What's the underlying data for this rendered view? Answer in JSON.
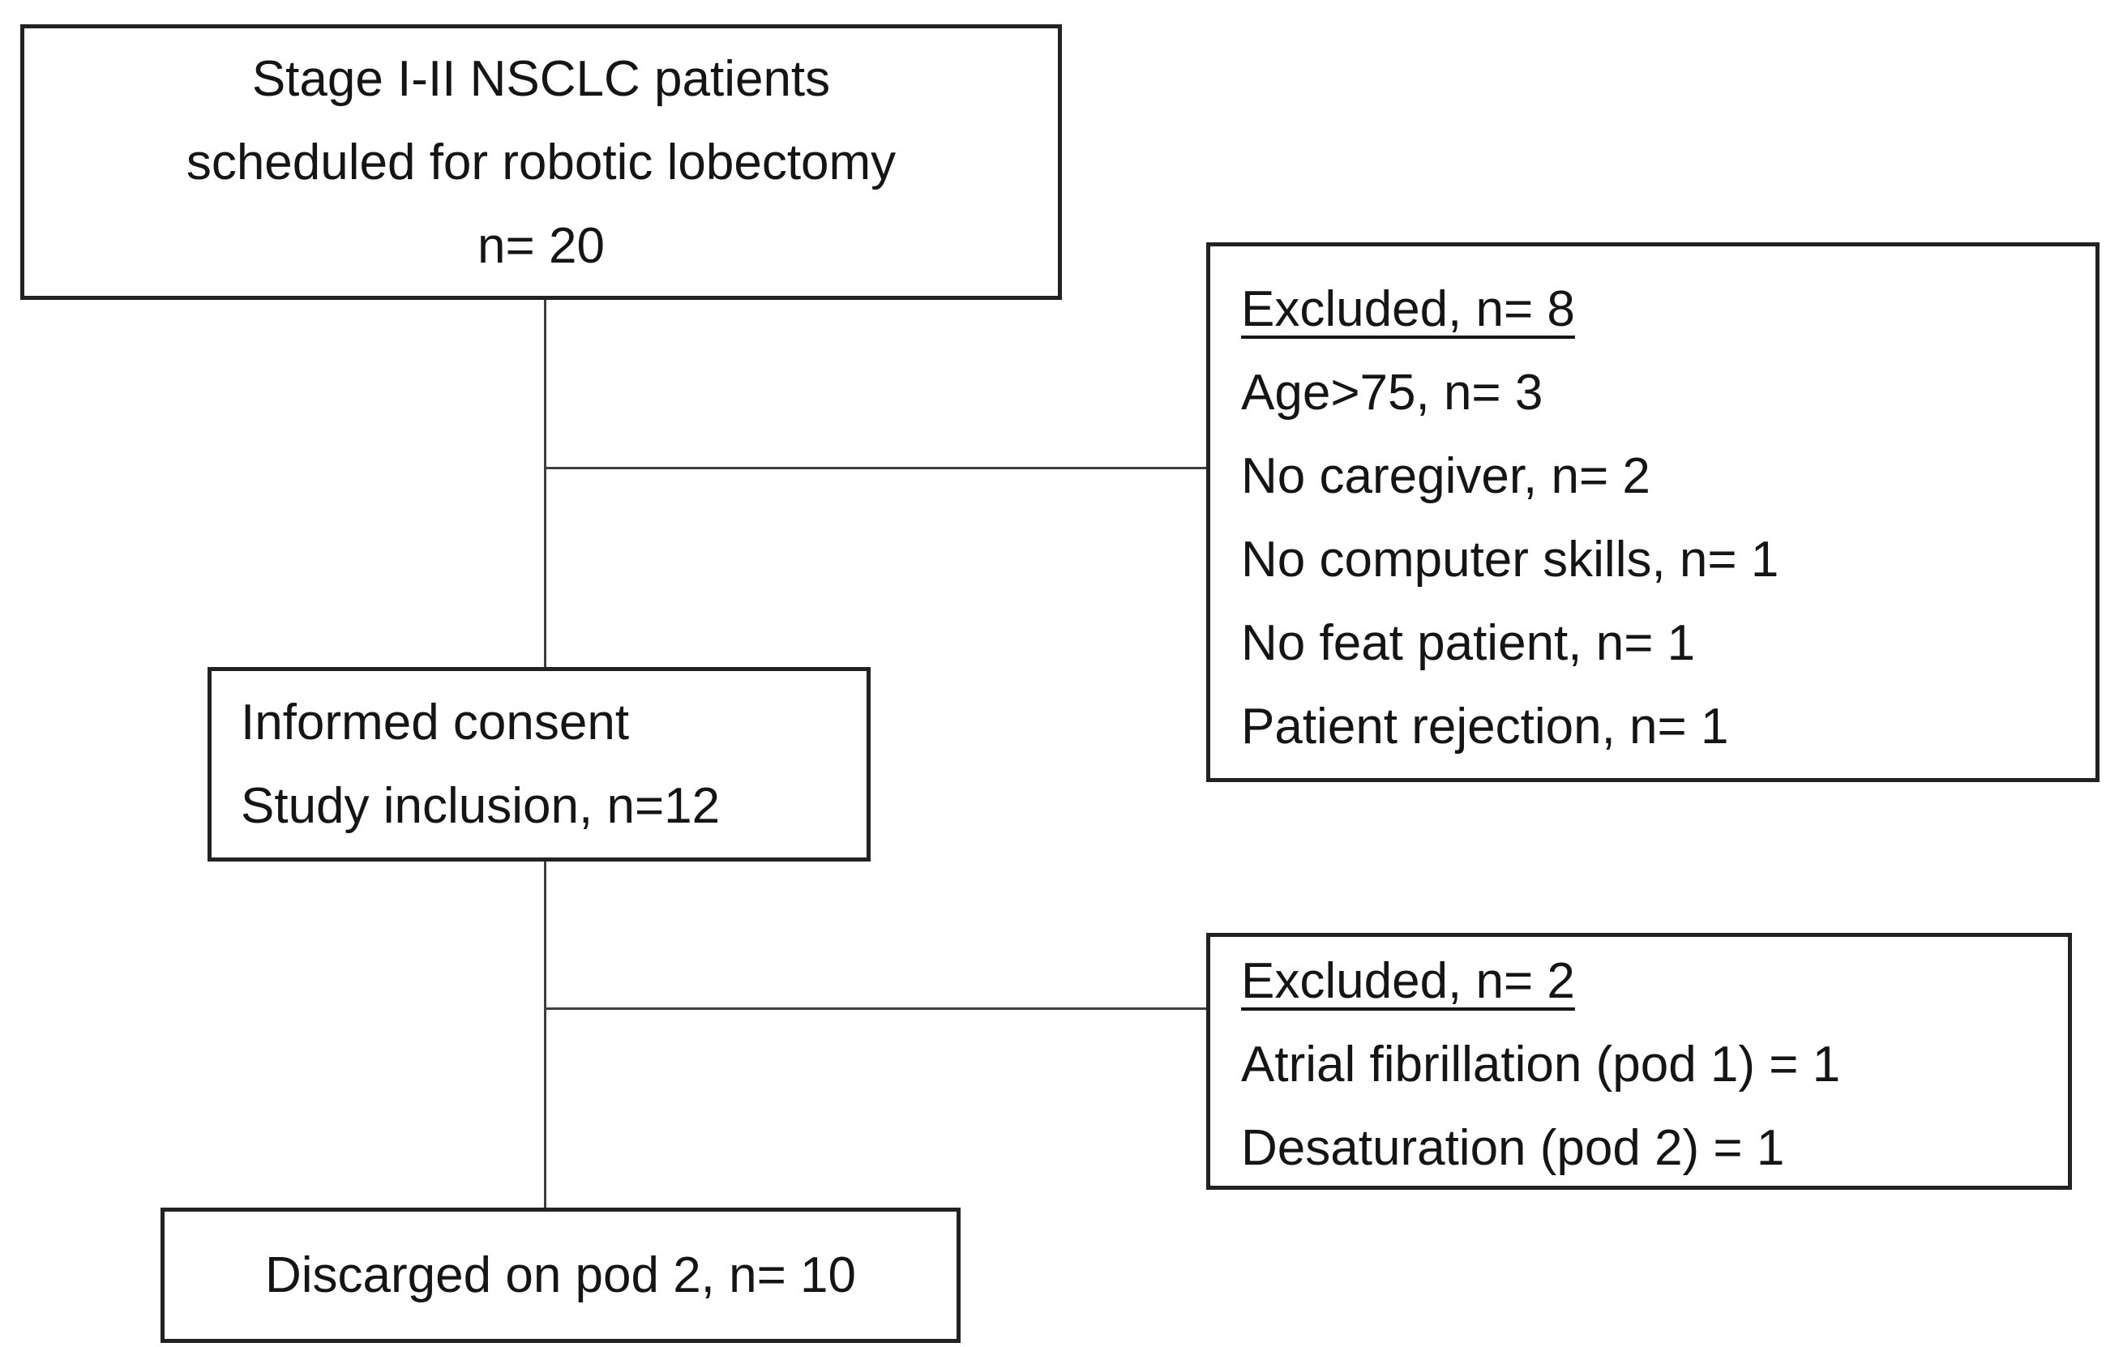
{
  "diagram": {
    "type": "patient-flow-consort",
    "colors": {
      "border": "#222222",
      "text": "#151515",
      "connector": "#3f3f3f",
      "background": "#ffffff"
    },
    "boxes": {
      "enrollment": {
        "lines": [
          "Stage I-II NSCLC patients",
          "scheduled for robotic lobectomy",
          "n= 20"
        ]
      },
      "excluded_top": {
        "heading": "Excluded, n= 8",
        "items": [
          "Age>75, n= 3",
          "No caregiver, n= 2",
          "No computer skills, n= 1",
          "No feat patient, n= 1",
          "Patient rejection, n= 1"
        ]
      },
      "inclusion": {
        "lines": [
          "Informed consent",
          "Study inclusion, n=12"
        ]
      },
      "excluded_bottom": {
        "heading": "Excluded, n= 2",
        "items": [
          "Atrial fibrillation (pod 1) = 1",
          "Desaturation (pod 2) = 1"
        ]
      },
      "discharge": {
        "label": "Discarged on pod 2, n= 10"
      }
    }
  }
}
